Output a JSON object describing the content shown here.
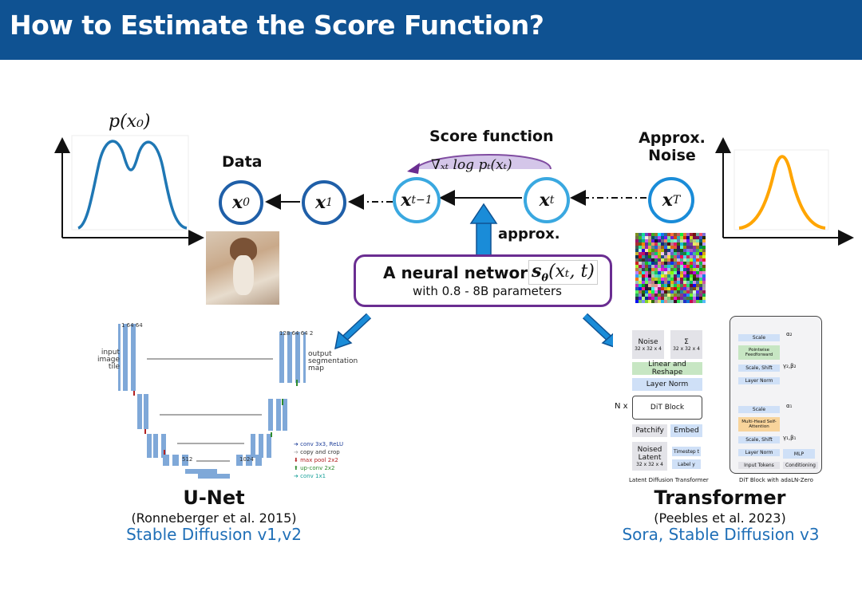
{
  "header": {
    "title": "How to Estimate the Score Function?"
  },
  "colors": {
    "header_bg": "#0f5292",
    "node_dark": "#1f5fa8",
    "node_light": "#3aa8e0",
    "nn_border": "#6a2d91",
    "arrow_blue": "#1a8cd8",
    "link": "#1f6fb7",
    "data_curve": "#1f77b4",
    "noise_curve": "#ffa500"
  },
  "diagram": {
    "data_plot_label": "p(x₀)",
    "data_label": "Data",
    "noise_label_line1": "Approx.",
    "noise_label_line2": "Noise",
    "score_function_label": "Score function",
    "score_formula": "∇ₓₜ log pₜ(xₜ)",
    "approx_label": "approx.",
    "nodes": [
      "x",
      "x",
      "x",
      "x",
      "x"
    ],
    "node_subs": [
      "0",
      "1",
      "t−1",
      "t",
      "T"
    ]
  },
  "neural_network": {
    "title": "A neural network",
    "formula": "s",
    "formula_sub": "θ",
    "formula_args": "(xₜ, t)",
    "subtitle": "with 0.8 - 8B parameters"
  },
  "unet": {
    "title": "U-Net",
    "citation": "(Ronneberger et al. 2015)",
    "models": "Stable Diffusion v1,v2",
    "input_label": "input image tile",
    "output_label": "output segmentation map",
    "legend": [
      "conv 3x3, ReLU",
      "copy and crop",
      "max pool 2x2",
      "up-conv 2x2",
      "conv 1x1"
    ],
    "legend_colors": [
      "#1f3f9a",
      "#aaaaaa",
      "#b22222",
      "#2e8b2e",
      "#1aa19a"
    ]
  },
  "transformer": {
    "title": "Transformer",
    "citation": "(Peebles et al. 2023)",
    "models": "Sora, Stable Diffusion v3",
    "noise": "Noise",
    "noise_dim": "32 x 32 x 4",
    "sigma": "Σ",
    "sigma_dim": "32 x 32 x 4",
    "linear_reshape": "Linear and Reshape",
    "layer_norm": "Layer Norm",
    "nx": "N x",
    "dit_block": "DiT Block",
    "patchify": "Patchify",
    "embed": "Embed",
    "noised_latent": "Noised Latent",
    "noised_dim": "32 x 32 x 4",
    "timestep": "Timestep t",
    "label": "Label y",
    "left_caption": "Latent Diffusion Transformer",
    "right_caption": "DiT Block with adaLN-Zero",
    "block": {
      "scale_top": "Scale",
      "alpha2": "α₂",
      "pointwise": "Pointwise Feedforward",
      "scale_shift_2": "Scale, Shift",
      "gb2": "γ₂,β₂",
      "layer_norm_2": "Layer Norm",
      "scale_mid": "Scale",
      "alpha1": "α₁",
      "mhsa": "Multi-Head Self-Attention",
      "scale_shift_1": "Scale, Shift",
      "gb1": "γ₁,β₁",
      "layer_norm_1": "Layer Norm",
      "mlp": "MLP",
      "input_tokens": "Input Tokens",
      "conditioning": "Conditioning"
    }
  }
}
